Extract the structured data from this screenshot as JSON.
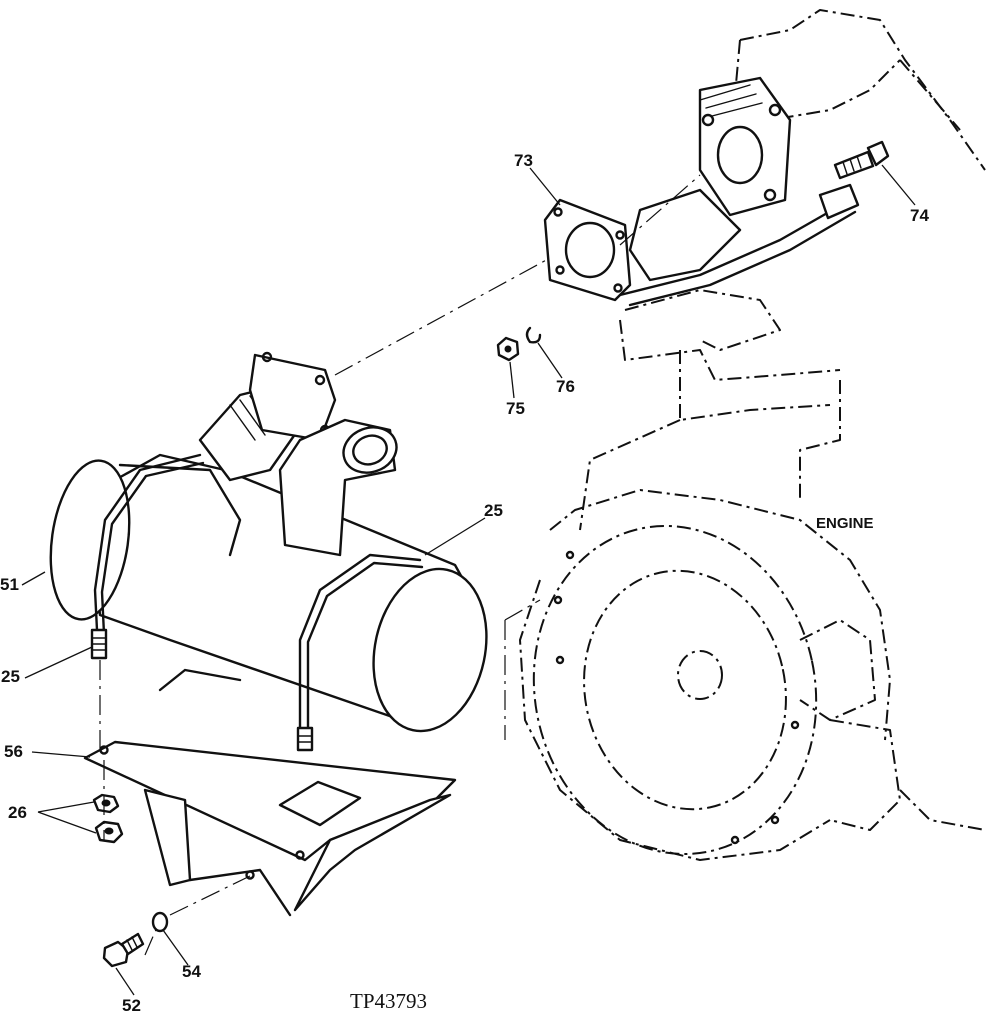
{
  "figure_id": "TP43793",
  "engine_label": "ENGINE",
  "callouts": {
    "c51": "51",
    "c25_left": "25",
    "c25_right": "25",
    "c56": "56",
    "c26": "26",
    "c52": "52",
    "c54": "54",
    "c73": "73",
    "c74": "74",
    "c75": "75",
    "c76": "76"
  }
}
